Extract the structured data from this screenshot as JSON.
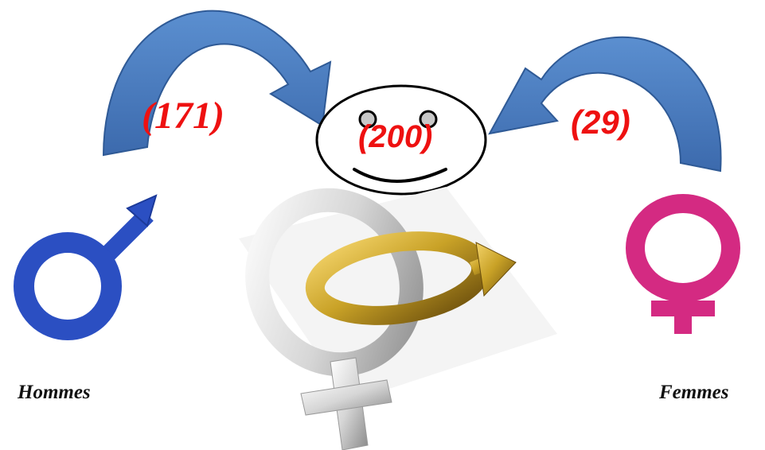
{
  "diagram": {
    "counts": {
      "male": "(171)",
      "total": "(200)",
      "female": "(29)"
    },
    "labels": {
      "male": "Hommes",
      "female": "Femmes"
    }
  },
  "colors": {
    "arrow": "#4a7bbf",
    "count_text": "#ee1111",
    "male_symbol": "#2b4fc2",
    "female_symbol": "#d42a82",
    "gold": "#c9a227",
    "silver": "#d8d8d8"
  },
  "icons": [
    "male-symbol-icon",
    "female-symbol-icon",
    "intertwined-gender-symbols-icon",
    "smiley-face-icon",
    "curved-arrow-icon"
  ]
}
